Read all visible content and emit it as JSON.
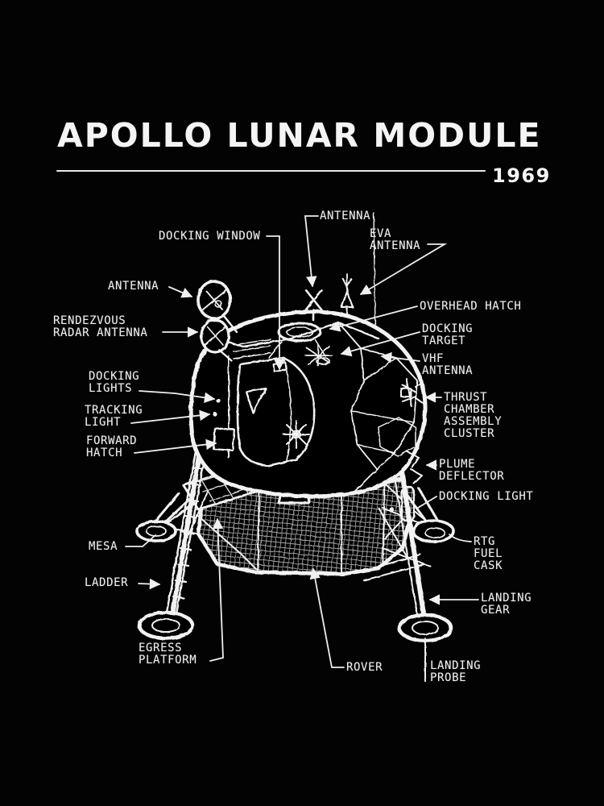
{
  "colors": {
    "background": "#030303",
    "ink": "#f2f2f2"
  },
  "header": {
    "title": "APOLLO LUNAR MODULE",
    "year": "1969"
  },
  "diagram": {
    "subject": "Apollo Lunar Module labeled technical illustration",
    "labels": [
      {
        "id": "antenna-top",
        "text": "ANTENNA"
      },
      {
        "id": "docking-window",
        "text": "DOCKING WINDOW"
      },
      {
        "id": "eva-antenna",
        "text": "EVA\nANTENNA"
      },
      {
        "id": "antenna-left",
        "text": "ANTENNA"
      },
      {
        "id": "overhead-hatch",
        "text": "OVERHEAD HATCH"
      },
      {
        "id": "docking-target",
        "text": "DOCKING\nTARGET"
      },
      {
        "id": "vhf-antenna",
        "text": "VHF\nANTENNA"
      },
      {
        "id": "thrust-chamber",
        "text": "THRUST\nCHAMBER\nASSEMBLY\nCLUSTER"
      },
      {
        "id": "plume-deflector",
        "text": "PLUME\nDEFLECTOR"
      },
      {
        "id": "docking-light",
        "text": "DOCKING LIGHT"
      },
      {
        "id": "rendezvous-radar",
        "text": "RENDEZVOUS\nRADAR ANTENNA"
      },
      {
        "id": "docking-lights",
        "text": "DOCKING\nLIGHTS"
      },
      {
        "id": "tracking-light",
        "text": "TRACKING\nLIGHT"
      },
      {
        "id": "forward-hatch",
        "text": "FORWARD\nHATCH"
      },
      {
        "id": "mesa",
        "text": "MESA"
      },
      {
        "id": "ladder",
        "text": "LADDER"
      },
      {
        "id": "egress-platform",
        "text": "EGRESS\nPLATFORM"
      },
      {
        "id": "rover",
        "text": "ROVER"
      },
      {
        "id": "rtg-fuel-cask",
        "text": "RTG\nFUEL\nCASK"
      },
      {
        "id": "landing-gear",
        "text": "LANDING\nGEAR"
      },
      {
        "id": "landing-probe",
        "text": "LANDING\nPROBE"
      }
    ]
  }
}
